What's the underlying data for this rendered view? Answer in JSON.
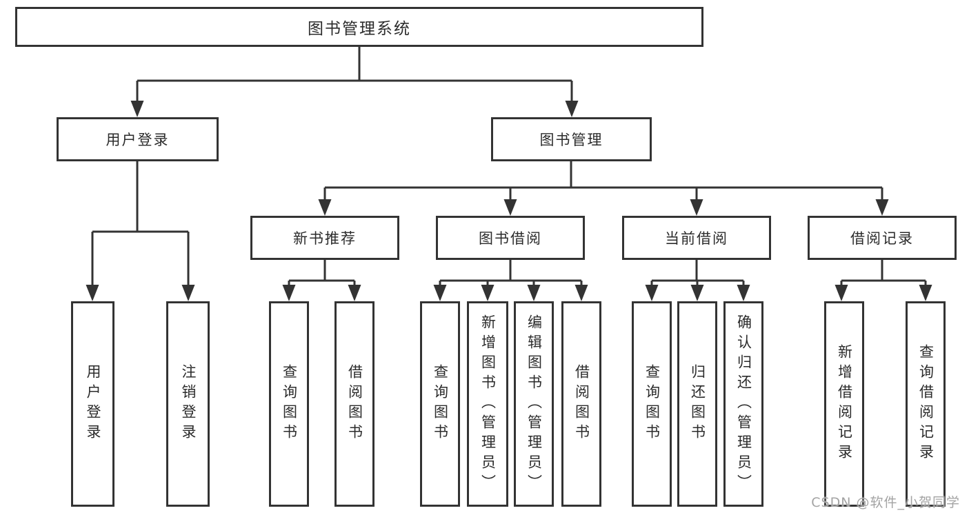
{
  "diagram": {
    "title": "图书管理系统",
    "type": "hierarchy",
    "colors": {
      "line": "#333333",
      "text": "#2b2b2b",
      "background": "#ffffff",
      "watermark": "#a3a3a3"
    },
    "nodes": {
      "root": {
        "label": "图书管理系统"
      },
      "level2": [
        {
          "label": "用户登录",
          "parent": "图书管理系统"
        },
        {
          "label": "图书管理",
          "parent": "图书管理系统"
        }
      ],
      "level3": [
        {
          "label": "新书推荐",
          "parent": "图书管理"
        },
        {
          "label": "图书借阅",
          "parent": "图书管理"
        },
        {
          "label": "当前借阅",
          "parent": "图书管理"
        },
        {
          "label": "借阅记录",
          "parent": "图书管理"
        }
      ],
      "level4": [
        {
          "label": "用户登录",
          "parent": "用户登录"
        },
        {
          "label": "注销登录",
          "parent": "用户登录"
        },
        {
          "label": "查询图书",
          "parent": "新书推荐"
        },
        {
          "label": "借阅图书",
          "parent": "新书推荐"
        },
        {
          "label": "查询图书",
          "parent": "图书借阅"
        },
        {
          "label": "新增图书（管理员）",
          "parent": "图书借阅"
        },
        {
          "label": "编辑图书（管理员）",
          "parent": "图书借阅"
        },
        {
          "label": "借阅图书",
          "parent": "图书借阅"
        },
        {
          "label": "查询图书",
          "parent": "当前借阅"
        },
        {
          "label": "归还图书",
          "parent": "当前借阅"
        },
        {
          "label": "确认归还（管理员）",
          "parent": "当前借阅"
        },
        {
          "label": "新增借阅记录",
          "parent": "借阅记录"
        },
        {
          "label": "查询借阅记录",
          "parent": "借阅记录"
        }
      ]
    }
  },
  "watermark": {
    "text": "CSDN @软件_小贺同学"
  }
}
